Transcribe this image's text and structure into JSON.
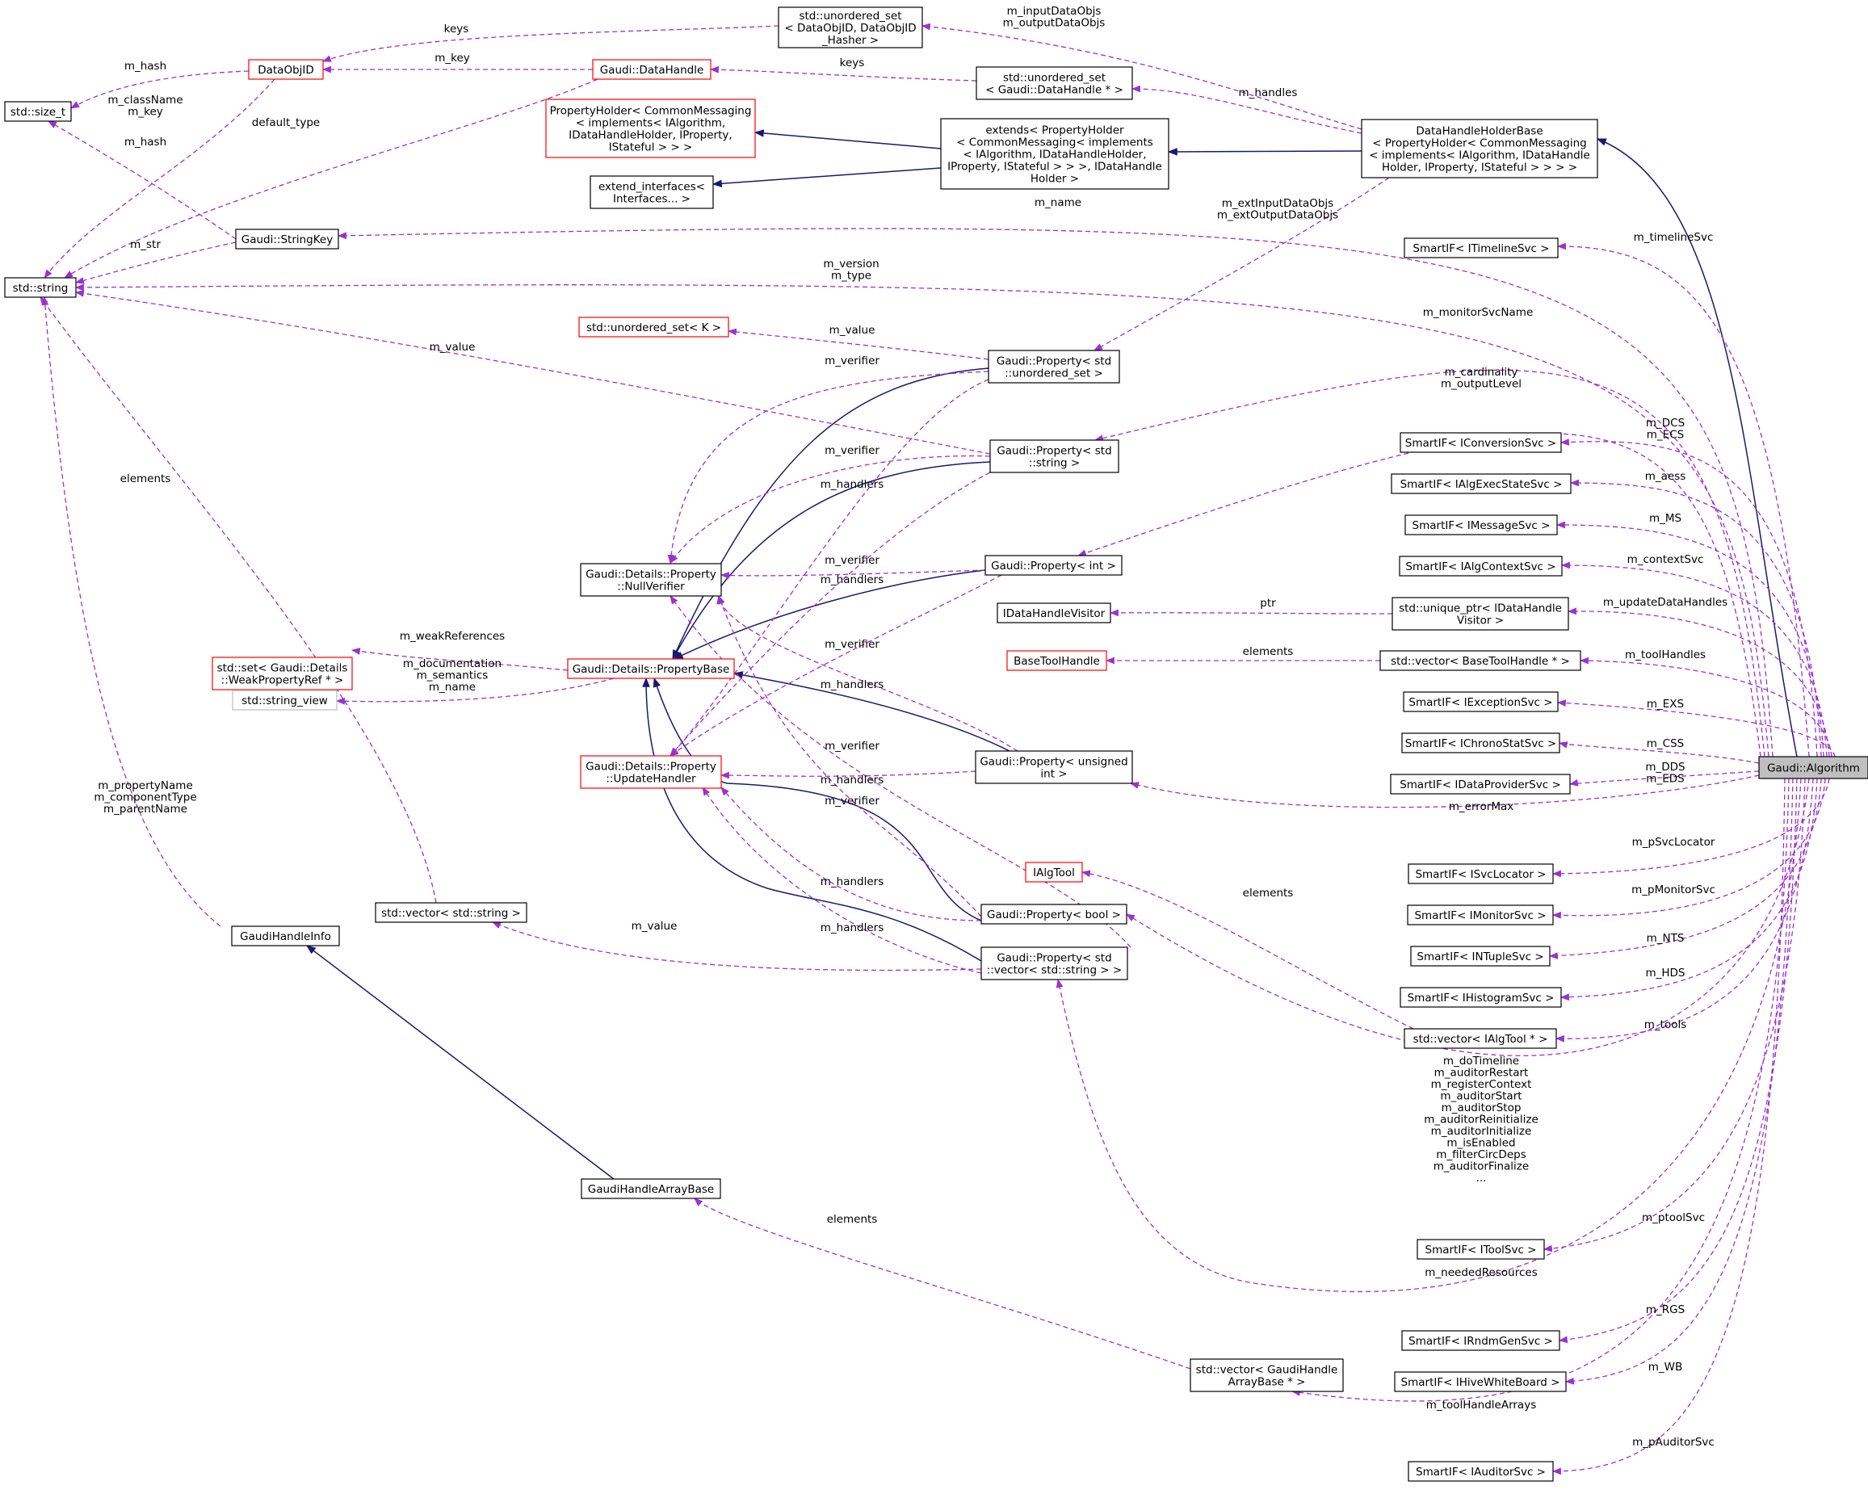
{
  "diagram": {
    "nodes": [
      {
        "id": "algorithm",
        "lines": [
          "Gaudi::Algorithm"
        ],
        "style": "root"
      },
      {
        "id": "dhhb",
        "lines": [
          "DataHandleHolderBase",
          "< PropertyHolder< CommonMessaging",
          "< implements< IAlgorithm, IDataHandle",
          "Holder, IProperty, IStateful > > > >"
        ],
        "style": "normal"
      },
      {
        "id": "extends_ph",
        "lines": [
          "extends< PropertyHolder",
          "< CommonMessaging< implements",
          "< IAlgorithm, IDataHandleHolder,",
          "IProperty, IStateful > > >, IDataHandle",
          "Holder >"
        ],
        "style": "normal"
      },
      {
        "id": "ph_cm",
        "lines": [
          "PropertyHolder< CommonMessaging",
          "< implements< IAlgorithm,",
          "IDataHandleHolder, IProperty,",
          "IStateful > > >"
        ],
        "style": "red"
      },
      {
        "id": "extend_interfaces",
        "lines": [
          "extend_interfaces<",
          "Interfaces... >"
        ],
        "style": "normal"
      },
      {
        "id": "uset_dataobjid",
        "lines": [
          "std::unordered_set",
          "< DataObjID, DataObjID",
          "_Hasher >"
        ],
        "style": "normal"
      },
      {
        "id": "uset_datahandle",
        "lines": [
          "std::unordered_set",
          "< Gaudi::DataHandle * >"
        ],
        "style": "normal"
      },
      {
        "id": "datahandle",
        "lines": [
          "Gaudi::DataHandle"
        ],
        "style": "red"
      },
      {
        "id": "dataobjid",
        "lines": [
          "DataObjID"
        ],
        "style": "red"
      },
      {
        "id": "size_t",
        "lines": [
          "std::size_t"
        ],
        "style": "normal"
      },
      {
        "id": "string",
        "lines": [
          "std::string"
        ],
        "style": "normal"
      },
      {
        "id": "stringkey",
        "lines": [
          "Gaudi::StringKey"
        ],
        "style": "normal"
      },
      {
        "id": "uset_k",
        "lines": [
          "std::unordered_set< K >"
        ],
        "style": "red"
      },
      {
        "id": "prop_uset",
        "lines": [
          "Gaudi::Property< std",
          "::unordered_set >"
        ],
        "style": "normal"
      },
      {
        "id": "prop_string",
        "lines": [
          "Gaudi::Property< std",
          "::string >"
        ],
        "style": "normal"
      },
      {
        "id": "nullverifier",
        "lines": [
          "Gaudi::Details::Property",
          "::NullVerifier"
        ],
        "style": "normal"
      },
      {
        "id": "prop_int",
        "lines": [
          "Gaudi::Property< int >"
        ],
        "style": "normal"
      },
      {
        "id": "set_weak",
        "lines": [
          "std::set< Gaudi::Details",
          "::WeakPropertyRef * >"
        ],
        "style": "red"
      },
      {
        "id": "propertybase",
        "lines": [
          "Gaudi::Details::PropertyBase"
        ],
        "style": "red"
      },
      {
        "id": "string_view",
        "lines": [
          "std::string_view"
        ],
        "style": "gray"
      },
      {
        "id": "updatehandler",
        "lines": [
          "Gaudi::Details::Property",
          "::UpdateHandler"
        ],
        "style": "red"
      },
      {
        "id": "prop_uint",
        "lines": [
          "Gaudi::Property< unsigned",
          "int >"
        ],
        "style": "normal"
      },
      {
        "id": "ialgtool",
        "lines": [
          "IAlgTool"
        ],
        "style": "red"
      },
      {
        "id": "prop_bool",
        "lines": [
          "Gaudi::Property< bool >"
        ],
        "style": "normal"
      },
      {
        "id": "vec_string",
        "lines": [
          "std::vector< std::string >"
        ],
        "style": "normal"
      },
      {
        "id": "prop_vec_string",
        "lines": [
          "Gaudi::Property< std",
          "::vector< std::string > >"
        ],
        "style": "normal"
      },
      {
        "id": "gaudihandleinfo",
        "lines": [
          "GaudiHandleInfo"
        ],
        "style": "normal"
      },
      {
        "id": "gh_array_base",
        "lines": [
          "GaudiHandleArrayBase"
        ],
        "style": "normal"
      },
      {
        "id": "vec_ghab",
        "lines": [
          "std::vector< GaudiHandle",
          "ArrayBase * >"
        ],
        "style": "normal"
      },
      {
        "id": "idhv",
        "lines": [
          "IDataHandleVisitor"
        ],
        "style": "normal"
      },
      {
        "id": "basetoolhandle",
        "lines": [
          "BaseToolHandle"
        ],
        "style": "red"
      },
      {
        "id": "si_timeline",
        "lines": [
          "SmartIF< ITimelineSvc >"
        ],
        "style": "normal"
      },
      {
        "id": "si_conversion",
        "lines": [
          "SmartIF< IConversionSvc >"
        ],
        "style": "normal"
      },
      {
        "id": "si_algexec",
        "lines": [
          "SmartIF< IAlgExecStateSvc >"
        ],
        "style": "normal"
      },
      {
        "id": "si_message",
        "lines": [
          "SmartIF< IMessageSvc >"
        ],
        "style": "normal"
      },
      {
        "id": "si_algcontext",
        "lines": [
          "SmartIF< IAlgContextSvc >"
        ],
        "style": "normal"
      },
      {
        "id": "uptr_dhv",
        "lines": [
          "std::unique_ptr< IDataHandle",
          "Visitor >"
        ],
        "style": "normal"
      },
      {
        "id": "vec_bth",
        "lines": [
          "std::vector< BaseToolHandle * >"
        ],
        "style": "normal"
      },
      {
        "id": "si_exception",
        "lines": [
          "SmartIF< IExceptionSvc >"
        ],
        "style": "normal"
      },
      {
        "id": "si_chrono",
        "lines": [
          "SmartIF< IChronoStatSvc >"
        ],
        "style": "normal"
      },
      {
        "id": "si_dataprov",
        "lines": [
          "SmartIF< IDataProviderSvc >"
        ],
        "style": "normal"
      },
      {
        "id": "si_svcloc",
        "lines": [
          "SmartIF< ISvcLocator >"
        ],
        "style": "normal"
      },
      {
        "id": "si_monitor",
        "lines": [
          "SmartIF< IMonitorSvc >"
        ],
        "style": "normal"
      },
      {
        "id": "si_ntuple",
        "lines": [
          "SmartIF< INTupleSvc >"
        ],
        "style": "normal"
      },
      {
        "id": "si_histogram",
        "lines": [
          "SmartIF< IHistogramSvc >"
        ],
        "style": "normal"
      },
      {
        "id": "vec_ialgtool",
        "lines": [
          "std::vector< IAlgTool * >"
        ],
        "style": "normal"
      },
      {
        "id": "si_toolsvc",
        "lines": [
          "SmartIF< IToolSvc >"
        ],
        "style": "normal"
      },
      {
        "id": "si_rndm",
        "lines": [
          "SmartIF< IRndmGenSvc >"
        ],
        "style": "normal"
      },
      {
        "id": "si_hivewb",
        "lines": [
          "SmartIF< IHiveWhiteBoard >"
        ],
        "style": "normal"
      },
      {
        "id": "si_auditor",
        "lines": [
          "SmartIF< IAuditorSvc >"
        ],
        "style": "normal"
      }
    ],
    "labels": [
      {
        "id": "lbl_keys1",
        "lines": [
          "keys"
        ]
      },
      {
        "id": "lbl_inout",
        "lines": [
          "m_inputDataObjs",
          "m_outputDataObjs"
        ]
      },
      {
        "id": "lbl_mkey",
        "lines": [
          "m_key"
        ]
      },
      {
        "id": "lbl_keys2",
        "lines": [
          "keys"
        ]
      },
      {
        "id": "lbl_mhash1",
        "lines": [
          "m_hash"
        ]
      },
      {
        "id": "lbl_classname",
        "lines": [
          "m_className",
          "m_key"
        ]
      },
      {
        "id": "lbl_mhash2",
        "lines": [
          "m_hash"
        ]
      },
      {
        "id": "lbl_default_type",
        "lines": [
          "default_type"
        ]
      },
      {
        "id": "lbl_mhandles_dh",
        "lines": [
          "m_handles"
        ]
      },
      {
        "id": "lbl_ext_io",
        "lines": [
          "m_extInputDataObjs",
          "m_extOutputDataObjs"
        ]
      },
      {
        "id": "lbl_mname",
        "lines": [
          "m_name"
        ]
      },
      {
        "id": "lbl_mstr",
        "lines": [
          "m_str"
        ]
      },
      {
        "id": "lbl_mversion",
        "lines": [
          "m_version",
          "m_type"
        ]
      },
      {
        "id": "lbl_timeline",
        "lines": [
          "m_timelineSvc"
        ]
      },
      {
        "id": "lbl_mvalue_k",
        "lines": [
          "m_value"
        ]
      },
      {
        "id": "lbl_monitorname",
        "lines": [
          "m_monitorSvcName"
        ]
      },
      {
        "id": "lbl_mvalue_str",
        "lines": [
          "m_value"
        ]
      },
      {
        "id": "lbl_verifier1",
        "lines": [
          "m_verifier"
        ]
      },
      {
        "id": "lbl_cardinality",
        "lines": [
          "m_cardinality",
          "m_outputLevel"
        ]
      },
      {
        "id": "lbl_dcs",
        "lines": [
          "m_DCS",
          "m_ECS"
        ]
      },
      {
        "id": "lbl_elements_str",
        "lines": [
          "elements"
        ]
      },
      {
        "id": "lbl_verifier2",
        "lines": [
          "m_verifier"
        ]
      },
      {
        "id": "lbl_aess",
        "lines": [
          "m_aess"
        ]
      },
      {
        "id": "lbl_handlers1",
        "lines": [
          "m_handlers"
        ]
      },
      {
        "id": "lbl_ms",
        "lines": [
          "m_MS"
        ]
      },
      {
        "id": "lbl_verifier3",
        "lines": [
          "m_verifier"
        ]
      },
      {
        "id": "lbl_contextsvc",
        "lines": [
          "m_contextSvc"
        ]
      },
      {
        "id": "lbl_handlers2",
        "lines": [
          "m_handlers"
        ]
      },
      {
        "id": "lbl_ptr",
        "lines": [
          "ptr"
        ]
      },
      {
        "id": "lbl_updatedh",
        "lines": [
          "m_updateDataHandles"
        ]
      },
      {
        "id": "lbl_weakrefs",
        "lines": [
          "m_weakReferences"
        ]
      },
      {
        "id": "lbl_verifier4",
        "lines": [
          "m_verifier"
        ]
      },
      {
        "id": "lbl_elements_bth",
        "lines": [
          "elements"
        ]
      },
      {
        "id": "lbl_toolhandles",
        "lines": [
          "m_toolHandles"
        ]
      },
      {
        "id": "lbl_documentation",
        "lines": [
          "m_documentation",
          "m_semantics",
          "m_name"
        ]
      },
      {
        "id": "lbl_handlers3",
        "lines": [
          "m_handlers"
        ]
      },
      {
        "id": "lbl_exs",
        "lines": [
          "m_EXS"
        ]
      },
      {
        "id": "lbl_verifier5",
        "lines": [
          "m_verifier"
        ]
      },
      {
        "id": "lbl_css",
        "lines": [
          "m_CSS"
        ]
      },
      {
        "id": "lbl_handlers4",
        "lines": [
          "m_handlers"
        ]
      },
      {
        "id": "lbl_dds",
        "lines": [
          "m_DDS",
          "m_EDS"
        ]
      },
      {
        "id": "lbl_verifier6",
        "lines": [
          "m_verifier"
        ]
      },
      {
        "id": "lbl_propname",
        "lines": [
          "m_propertyName",
          "m_componentType",
          "m_parentName"
        ]
      },
      {
        "id": "lbl_errormax",
        "lines": [
          "m_errorMax"
        ]
      },
      {
        "id": "lbl_psvclocator",
        "lines": [
          "m_pSvcLocator"
        ]
      },
      {
        "id": "lbl_handlers5",
        "lines": [
          "m_handlers"
        ]
      },
      {
        "id": "lbl_elements_tool",
        "lines": [
          "elements"
        ]
      },
      {
        "id": "lbl_pmonitorsvc",
        "lines": [
          "m_pMonitorSvc"
        ]
      },
      {
        "id": "lbl_mvalue_vec",
        "lines": [
          "m_value"
        ]
      },
      {
        "id": "lbl_handlers6",
        "lines": [
          "m_handlers"
        ]
      },
      {
        "id": "lbl_nts",
        "lines": [
          "m_NTS"
        ]
      },
      {
        "id": "lbl_hds",
        "lines": [
          "m_HDS"
        ]
      },
      {
        "id": "lbl_tools",
        "lines": [
          "m_tools"
        ]
      },
      {
        "id": "lbl_dotimeline",
        "lines": [
          "m_doTimeline",
          "m_auditorRestart",
          "m_registerContext",
          "m_auditorStart",
          "m_auditorStop",
          "m_auditorReinitialize",
          "m_auditorInitialize",
          "m_isEnabled",
          "m_filterCircDeps",
          "m_auditorFinalize",
          "..."
        ]
      },
      {
        "id": "lbl_elements_gh",
        "lines": [
          "elements"
        ]
      },
      {
        "id": "lbl_ptoolsvc",
        "lines": [
          "m_ptoolSvc"
        ]
      },
      {
        "id": "lbl_needed",
        "lines": [
          "m_neededResources"
        ]
      },
      {
        "id": "lbl_rgs",
        "lines": [
          "m_RGS"
        ]
      },
      {
        "id": "lbl_wb",
        "lines": [
          "m_WB"
        ]
      },
      {
        "id": "lbl_toolhandlearrays",
        "lines": [
          "m_toolHandleArrays"
        ]
      },
      {
        "id": "lbl_pauditorsvc",
        "lines": [
          "m_pAuditorSvc"
        ]
      }
    ]
  },
  "colors": {
    "inheritance": "#191970",
    "usage": "#9a32cd",
    "red_border": "#ff0000",
    "gray_border": "#bfbfbf",
    "root_fill": "#bfbfbf"
  }
}
